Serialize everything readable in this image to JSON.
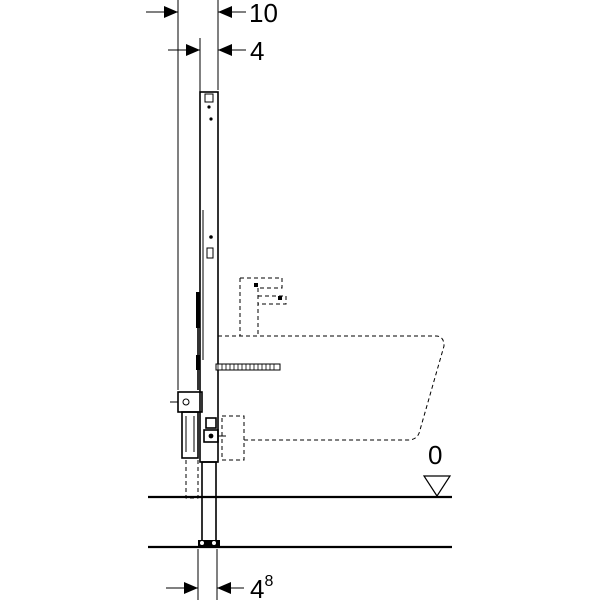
{
  "dimensions": {
    "top": "10",
    "second": "4",
    "bottom_base": "4",
    "bottom_sup": "8"
  },
  "level_marker": "0"
}
